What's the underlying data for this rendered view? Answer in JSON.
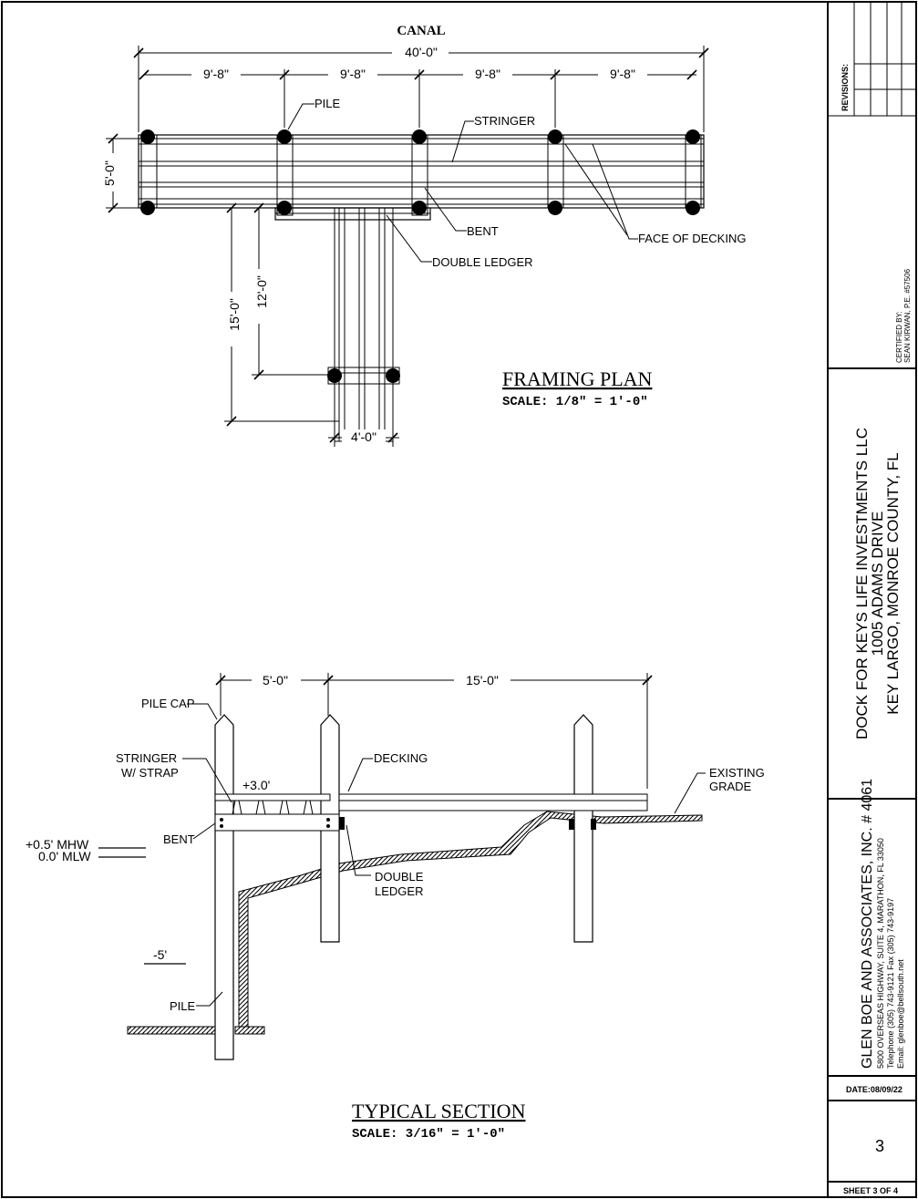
{
  "framing_plan": {
    "canal_label": "CANAL",
    "overall_dim": "40'-0\"",
    "bay_dims": [
      "9'-8\"",
      "9'-8\"",
      "9'-8\"",
      "9'-8\""
    ],
    "width_dim": "5'-0\"",
    "labels": {
      "pile": "PILE",
      "stringer": "STRINGER",
      "bent": "BENT",
      "double_ledger": "DOUBLE LEDGER",
      "face_of_decking": "FACE OF DECKING"
    },
    "walkway_dims": [
      "15'-0\"",
      "12'-0\"",
      "4'-0\""
    ],
    "title": "FRAMING PLAN",
    "scale": "SCALE: 1/8\" = 1'-0\""
  },
  "typical_section": {
    "top_dims": [
      "5'-0\"",
      "15'-0\""
    ],
    "labels": {
      "pile_cap": "PILE CAP",
      "stringer_line1": "STRINGER",
      "stringer_line2": "W/ STRAP",
      "decking": "DECKING",
      "existing_grade_line1": "EXISTING",
      "existing_grade_line2": "GRADE",
      "deck_elev": "+3.0'",
      "mhw": "+0.5' MHW",
      "mlw": "0.0' MLW",
      "bent": "BENT",
      "double_ledger_line1": "DOUBLE",
      "double_ledger_line2": "LEDGER",
      "depth": "-5'",
      "pile": "PILE"
    },
    "title": "TYPICAL SECTION",
    "scale": "SCALE: 3/16\" = 1'-0\""
  },
  "title_block": {
    "revisions_label": "REVISIONS:",
    "certified_line1": "CERTIFIED BY:",
    "certified_line2": "SEAN KIRWAN, P.E. #57506",
    "project_line1": "DOCK FOR KEYS LIFE INVESTMENTS LLC",
    "project_line2": "1005 ADAMS DRIVE",
    "project_line3": "KEY LARGO, MONROE COUNTY, FL",
    "firm_name": "GLEN BOE AND ASSOCIATES, INC. # 4061",
    "firm_address": "5800 OVERSEAS HIGHWAY, SUITE 4, MARATHON, FL 33050",
    "firm_phone": "Telephone (305) 743-9121  Fax (305) 743-9197",
    "firm_email": "Email: glenboe@bellsouth.net",
    "date": "DATE:08/09/22",
    "sheet_number": "3",
    "sheet_of": "SHEET 3  OF  4"
  }
}
